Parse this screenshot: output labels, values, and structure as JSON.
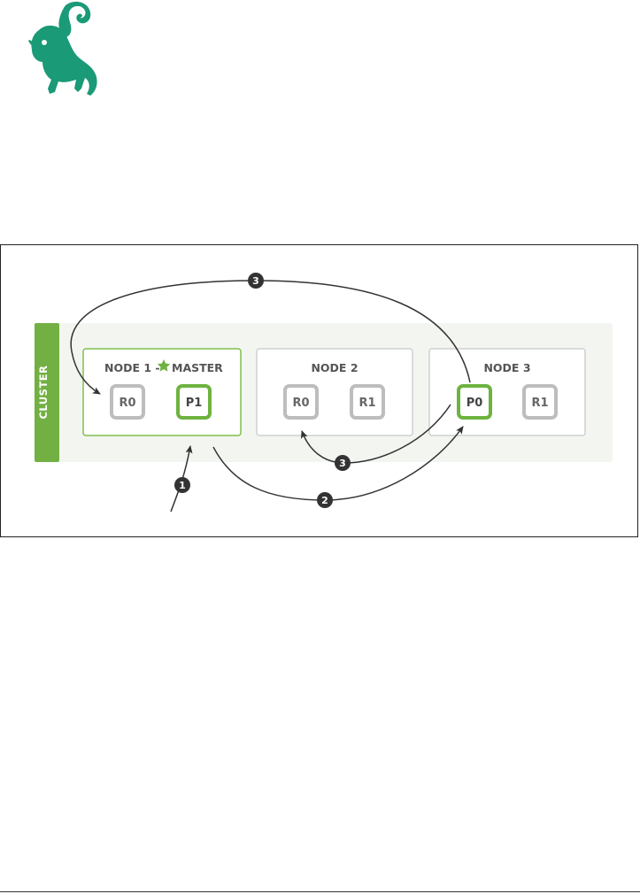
{
  "diagram": {
    "cluster_label": "CLUSTER",
    "nodes": [
      {
        "title": "NODE 1 - ",
        "master_label": "MASTER",
        "is_master": true,
        "shards": [
          "R0",
          "P1"
        ]
      },
      {
        "title": "NODE 2",
        "shards": [
          "R0",
          "R1"
        ]
      },
      {
        "title": "NODE 3",
        "shards": [
          "P0",
          "R1"
        ]
      }
    ],
    "steps": [
      "1",
      "2",
      "3",
      "3"
    ],
    "colors": {
      "primary_green": "#6db33f",
      "cluster_bar": "#72b043",
      "cluster_bg": "#f3f6f0",
      "replica_gray": "#bdbdbd",
      "node_border": "#cfcfcf",
      "arrow": "#333333"
    }
  }
}
